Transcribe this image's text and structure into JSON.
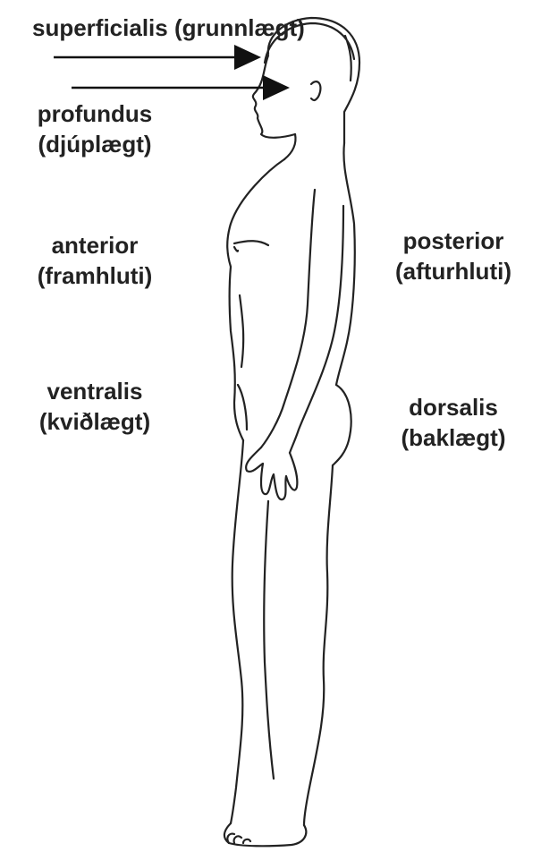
{
  "labels": {
    "superficialis": "superficialis (grunnlægt)",
    "profundus": {
      "term": "profundus",
      "translation": "(djúplægt)"
    },
    "anterior": {
      "term": "anterior",
      "translation": "(framhluti)"
    },
    "ventralis": {
      "term": "ventralis",
      "translation": "(kviðlægt)"
    },
    "posterior": {
      "term": "posterior",
      "translation": "(afturhluti)"
    },
    "dorsalis": {
      "term": "dorsalis",
      "translation": "(baklægt)"
    }
  },
  "colors": {
    "background": "#ffffff",
    "text": "#222222",
    "outline": "#222222"
  }
}
